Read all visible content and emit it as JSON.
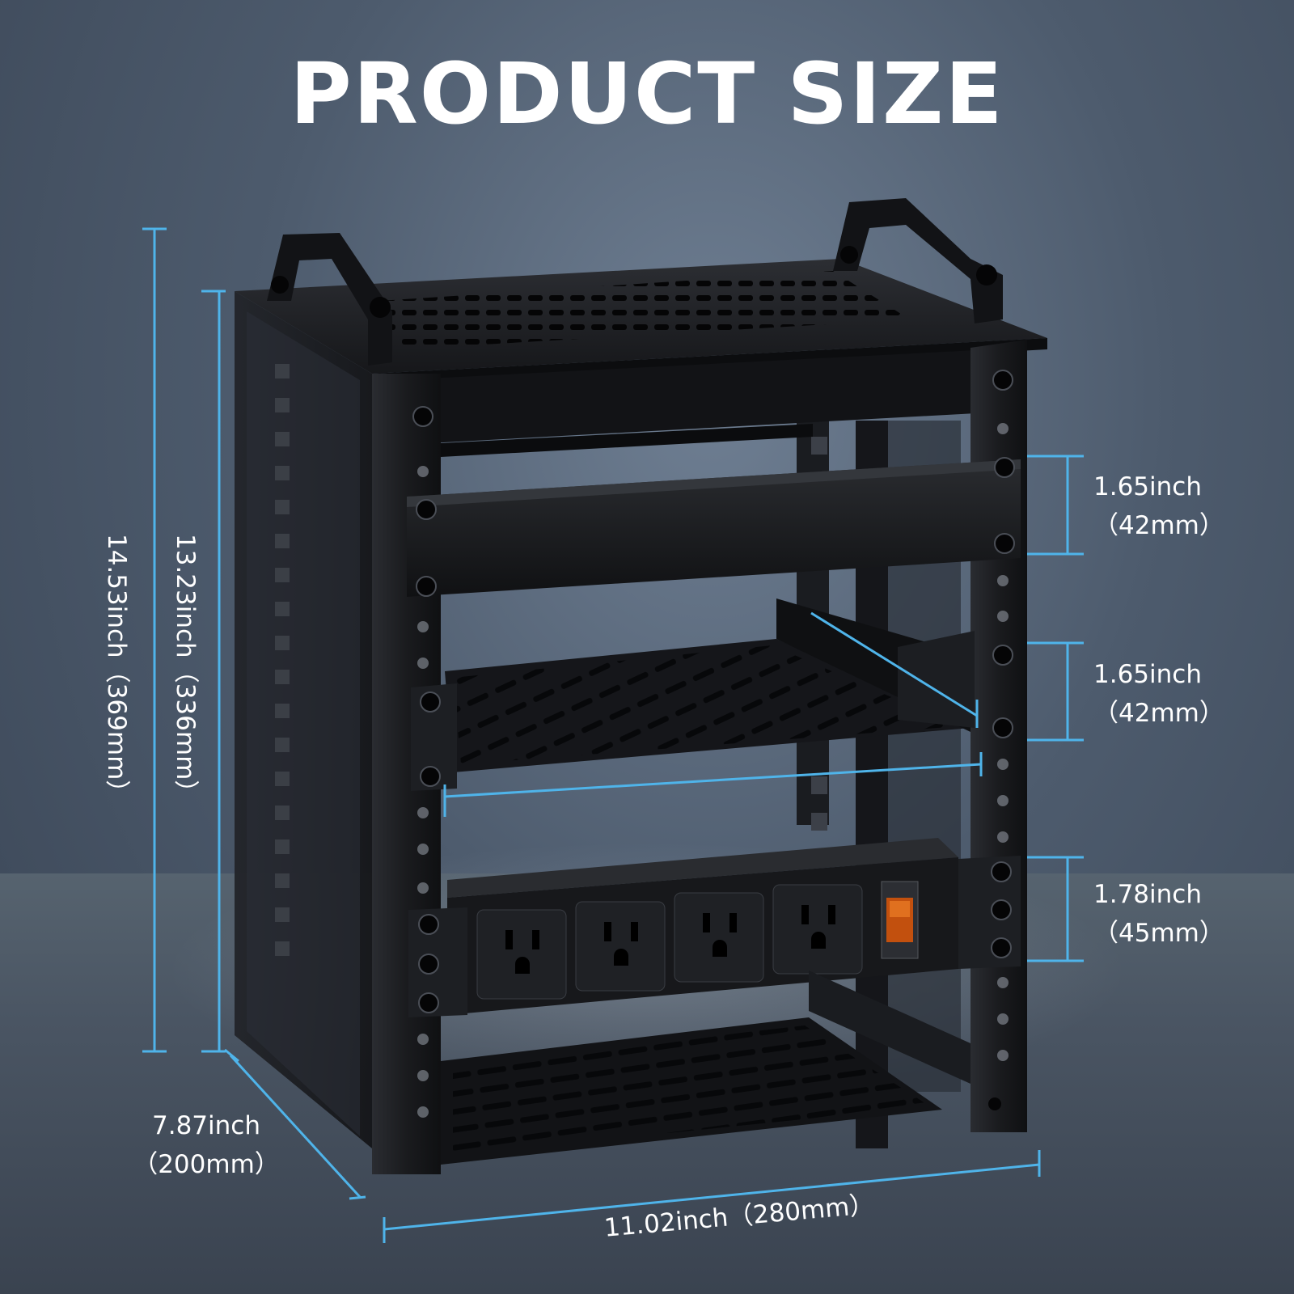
{
  "title": "PRODUCT SIZE",
  "colors": {
    "dimension_line": "#4fb4ea",
    "text": "#ffffff",
    "rack": "#1a1b1e"
  },
  "icons": [
    "handle-icon",
    "outlet-icon",
    "power-switch-icon",
    "screw-icon"
  ],
  "dimensions": {
    "total_height": {
      "imperial": "14.53inch",
      "metric": "（369mm）"
    },
    "frame_height": {
      "imperial": "13.23inch",
      "metric": "（336mm）"
    },
    "panel_top": {
      "imperial": "1.65inch",
      "metric": "（42mm）"
    },
    "panel_middle": {
      "imperial": "1.65inch",
      "metric": "（42mm）"
    },
    "panel_power": {
      "imperial": "1.78inch",
      "metric": "（45mm）"
    },
    "depth": {
      "imperial": "7.87inch",
      "metric": "（200mm）"
    },
    "width": {
      "imperial": "11.02inch",
      "metric": "（280mm）"
    }
  }
}
